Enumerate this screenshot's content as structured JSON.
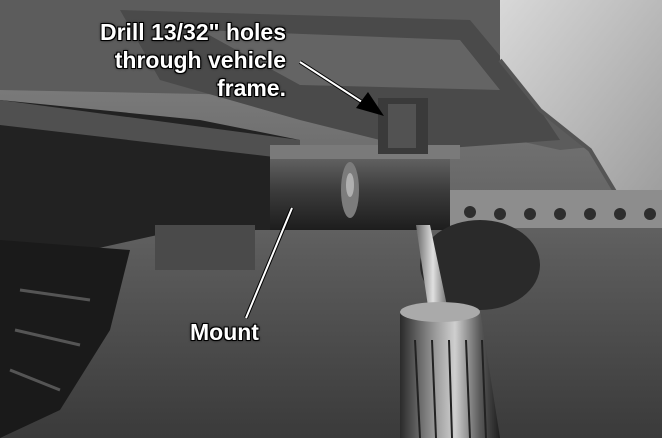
{
  "figure": {
    "callouts": {
      "drill": {
        "line1": "Drill 13/32\" holes",
        "line2": "through vehicle",
        "line3": "frame."
      },
      "mount": "Mount"
    },
    "palette": {
      "text": "#ffffff",
      "outline": "#000000"
    }
  }
}
